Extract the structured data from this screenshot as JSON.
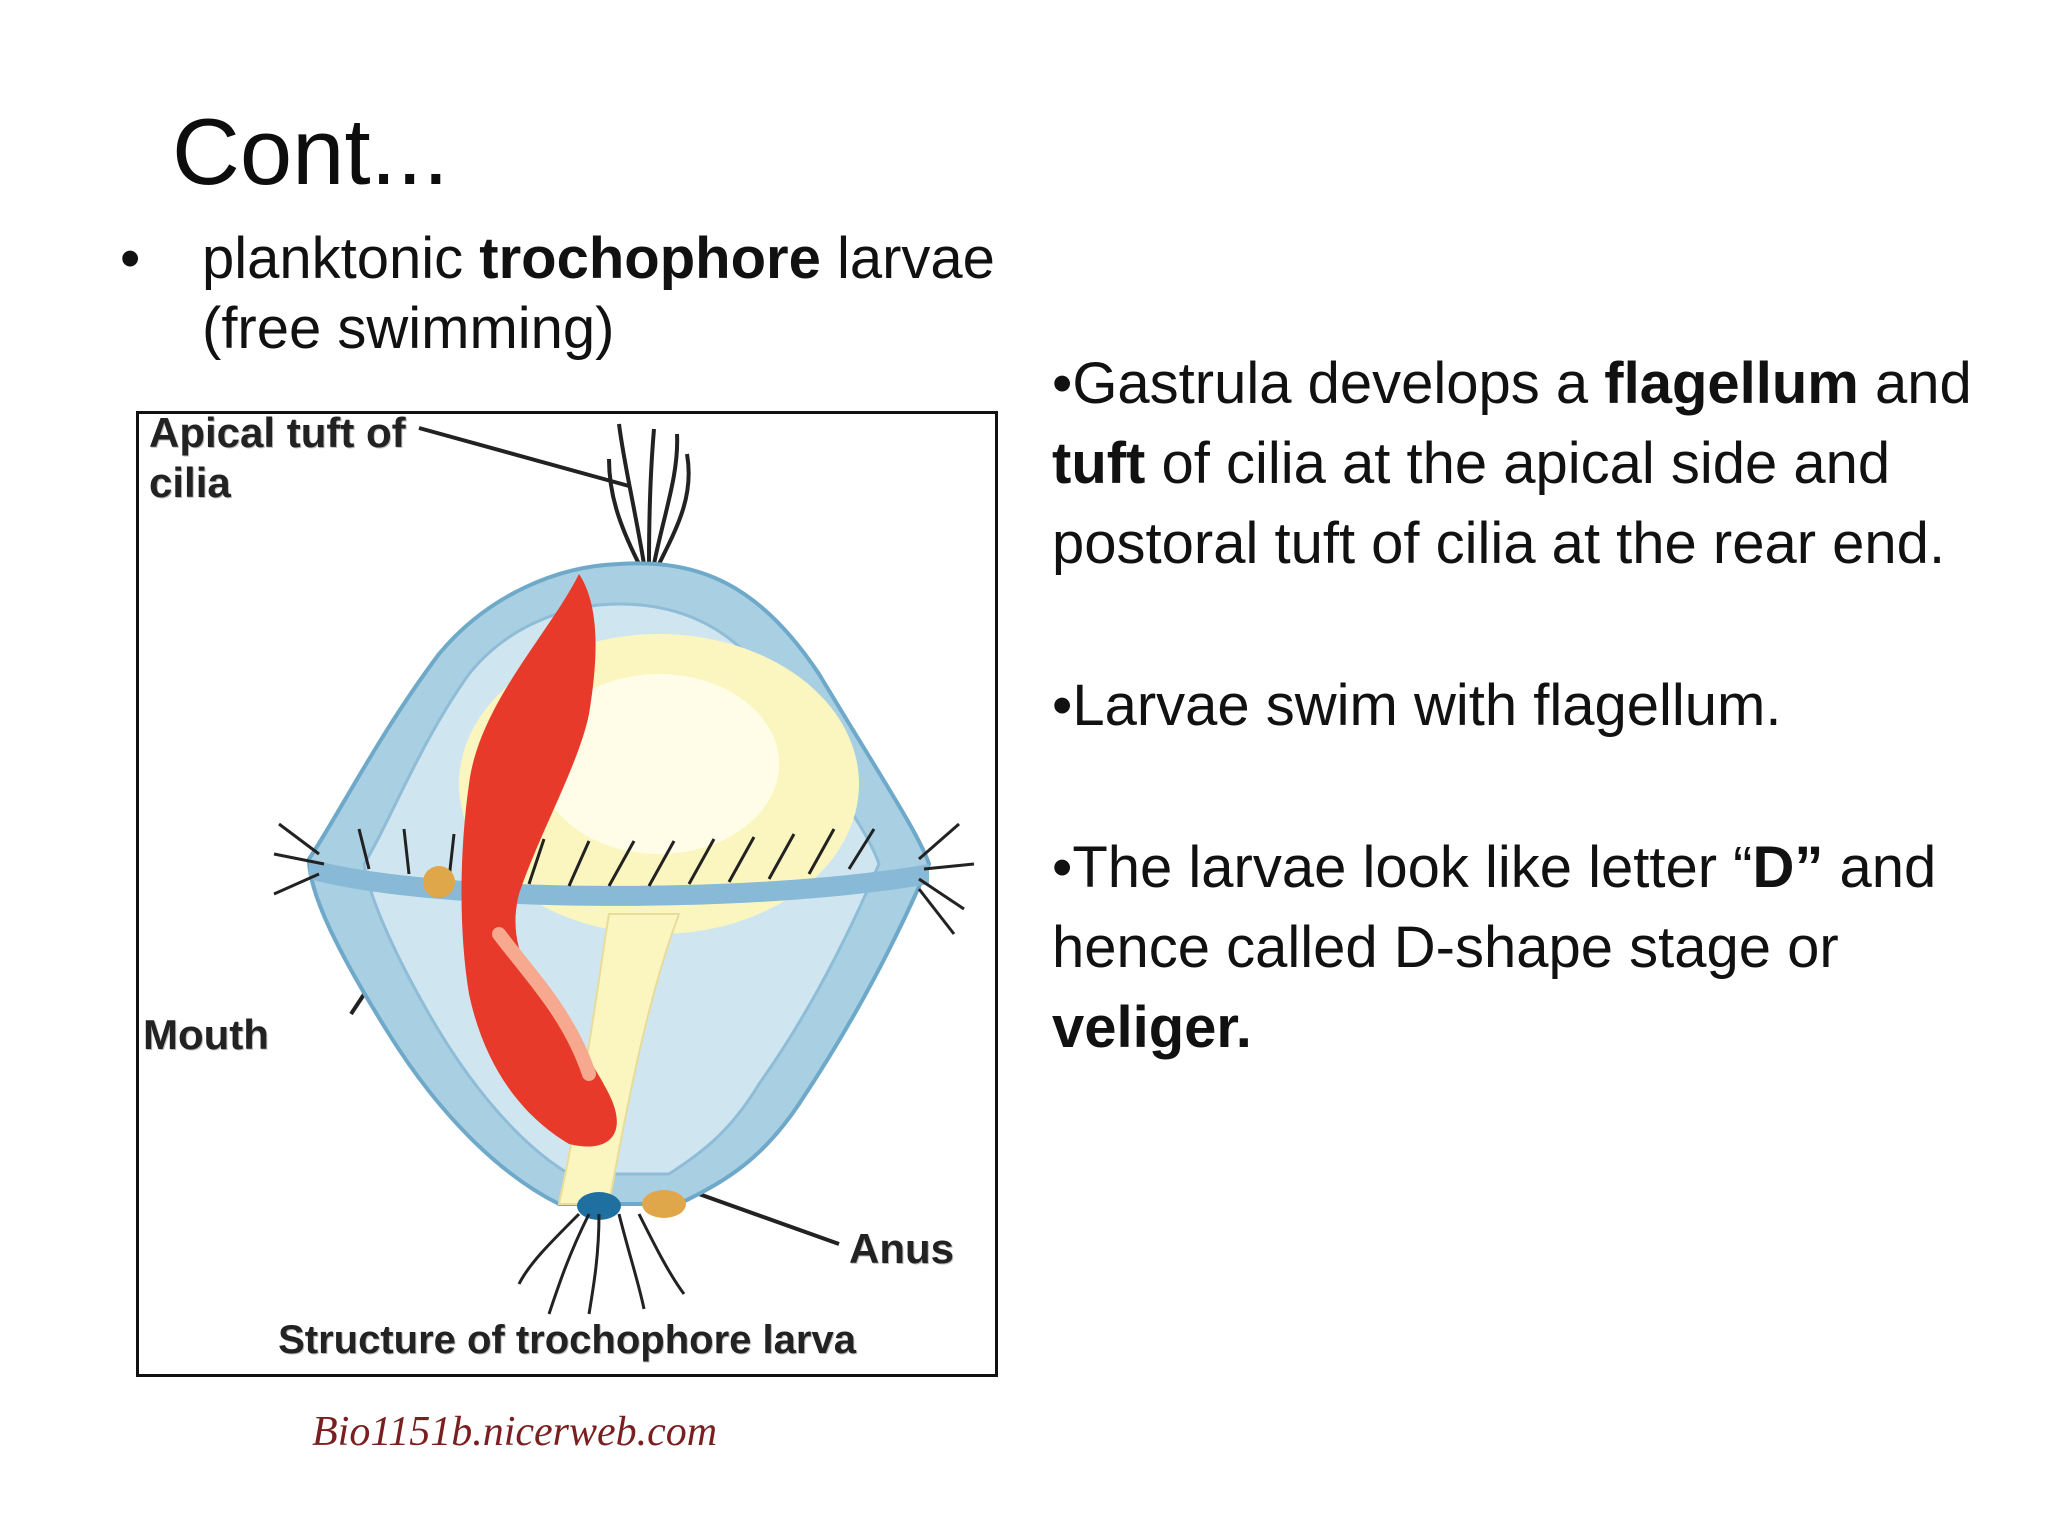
{
  "slide": {
    "title": "Cont...",
    "bullet": {
      "marker": "•",
      "pre": "planktonic ",
      "bold": "trochophore",
      "post": " larvae (free swimming)"
    }
  },
  "diagram": {
    "labels": {
      "apical": "Apical tuft of cilia",
      "mouth": "Mouth",
      "anus": "Anus",
      "caption": "Structure of trochophore larva"
    },
    "credit": "Bio1151b.nicerweb.com"
  },
  "points": [
    {
      "marker": "•",
      "t1": "Gastrula develops a ",
      "b1": "flagellum",
      "t2": " and ",
      "b2": "tuft",
      "t3": " of cilia at the apical side and postoral tuft of cilia at the rear end."
    },
    {
      "marker": "•",
      "t1": "Larvae swim with flagellum."
    },
    {
      "marker": "•",
      "t1": "The larvae look like letter “",
      "b1": "D”",
      "t2": " and hence called D-shape stage or ",
      "b2": "veliger."
    }
  ],
  "colors": {
    "body_blue": "#a9cfe3",
    "body_outline": "#6fa9c9",
    "yolk": "#fbf6c0",
    "gut_red": "#e83a2a",
    "credit": "#7a1f1f"
  }
}
